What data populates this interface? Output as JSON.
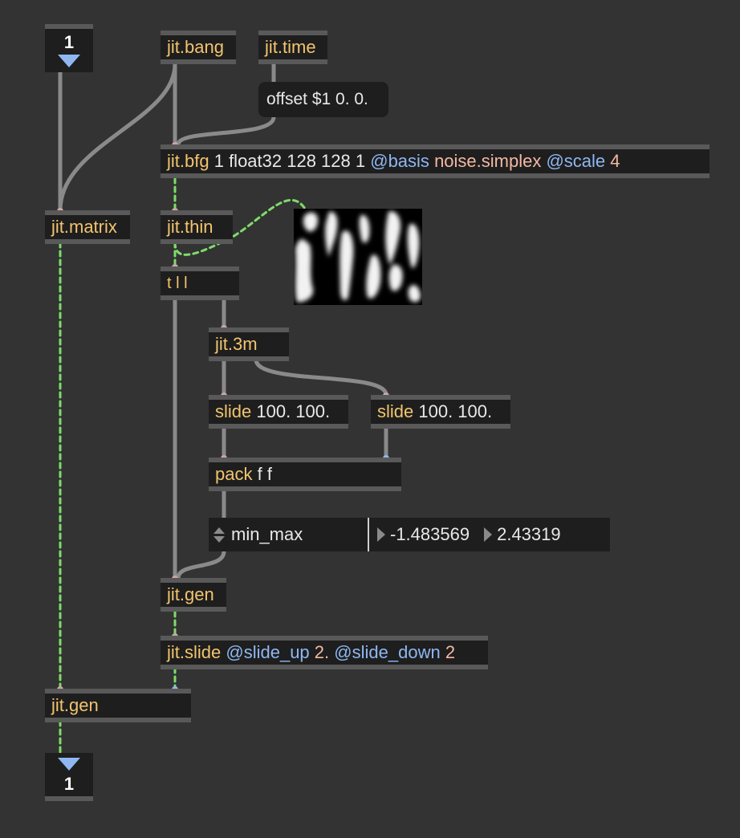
{
  "inlet": {
    "label": "1"
  },
  "outlet": {
    "label": "1"
  },
  "objects": {
    "jit_bang": {
      "cls": "jit.bang"
    },
    "jit_time": {
      "cls": "jit.time"
    },
    "offset_msg": {
      "text": "offset $1 0. 0."
    },
    "jit_bfg": {
      "cls": "jit.bfg",
      "args": "1 float32 128 128 1",
      "attr1": "@basis",
      "val1": "noise.simplex",
      "attr2": "@scale",
      "val2": "4"
    },
    "jit_matrix": {
      "cls": "jit.matrix"
    },
    "jit_thin": {
      "cls": "jit.thin"
    },
    "t_ll": {
      "text": "t l l"
    },
    "jit_3m": {
      "cls": "jit.3m"
    },
    "slide_1": {
      "cls": "slide",
      "args": "100. 100."
    },
    "slide_2": {
      "cls": "slide",
      "args": "100. 100."
    },
    "pack": {
      "cls": "pack",
      "args": "f f"
    },
    "min_max": {
      "name": "min_max",
      "min": "-1.483569",
      "max": "2.43319"
    },
    "jit_gen_1": {
      "cls": "jit.gen"
    },
    "jit_slide": {
      "cls": "jit.slide",
      "attr1": "@slide_up",
      "val1": "2.",
      "attr2": "@slide_down",
      "val2": "2"
    },
    "jit_gen_2": {
      "cls": "jit.gen"
    }
  },
  "colors": {
    "background": "#333333",
    "object_fill": "#1e1e1e",
    "object_border": "#595959",
    "class_name": "#f2c46e",
    "attribute": "#8fb7f2",
    "argument": "#f3b8a4",
    "matrix_cord": "#7fdc6a",
    "message_cord": "#8a8a8a"
  }
}
